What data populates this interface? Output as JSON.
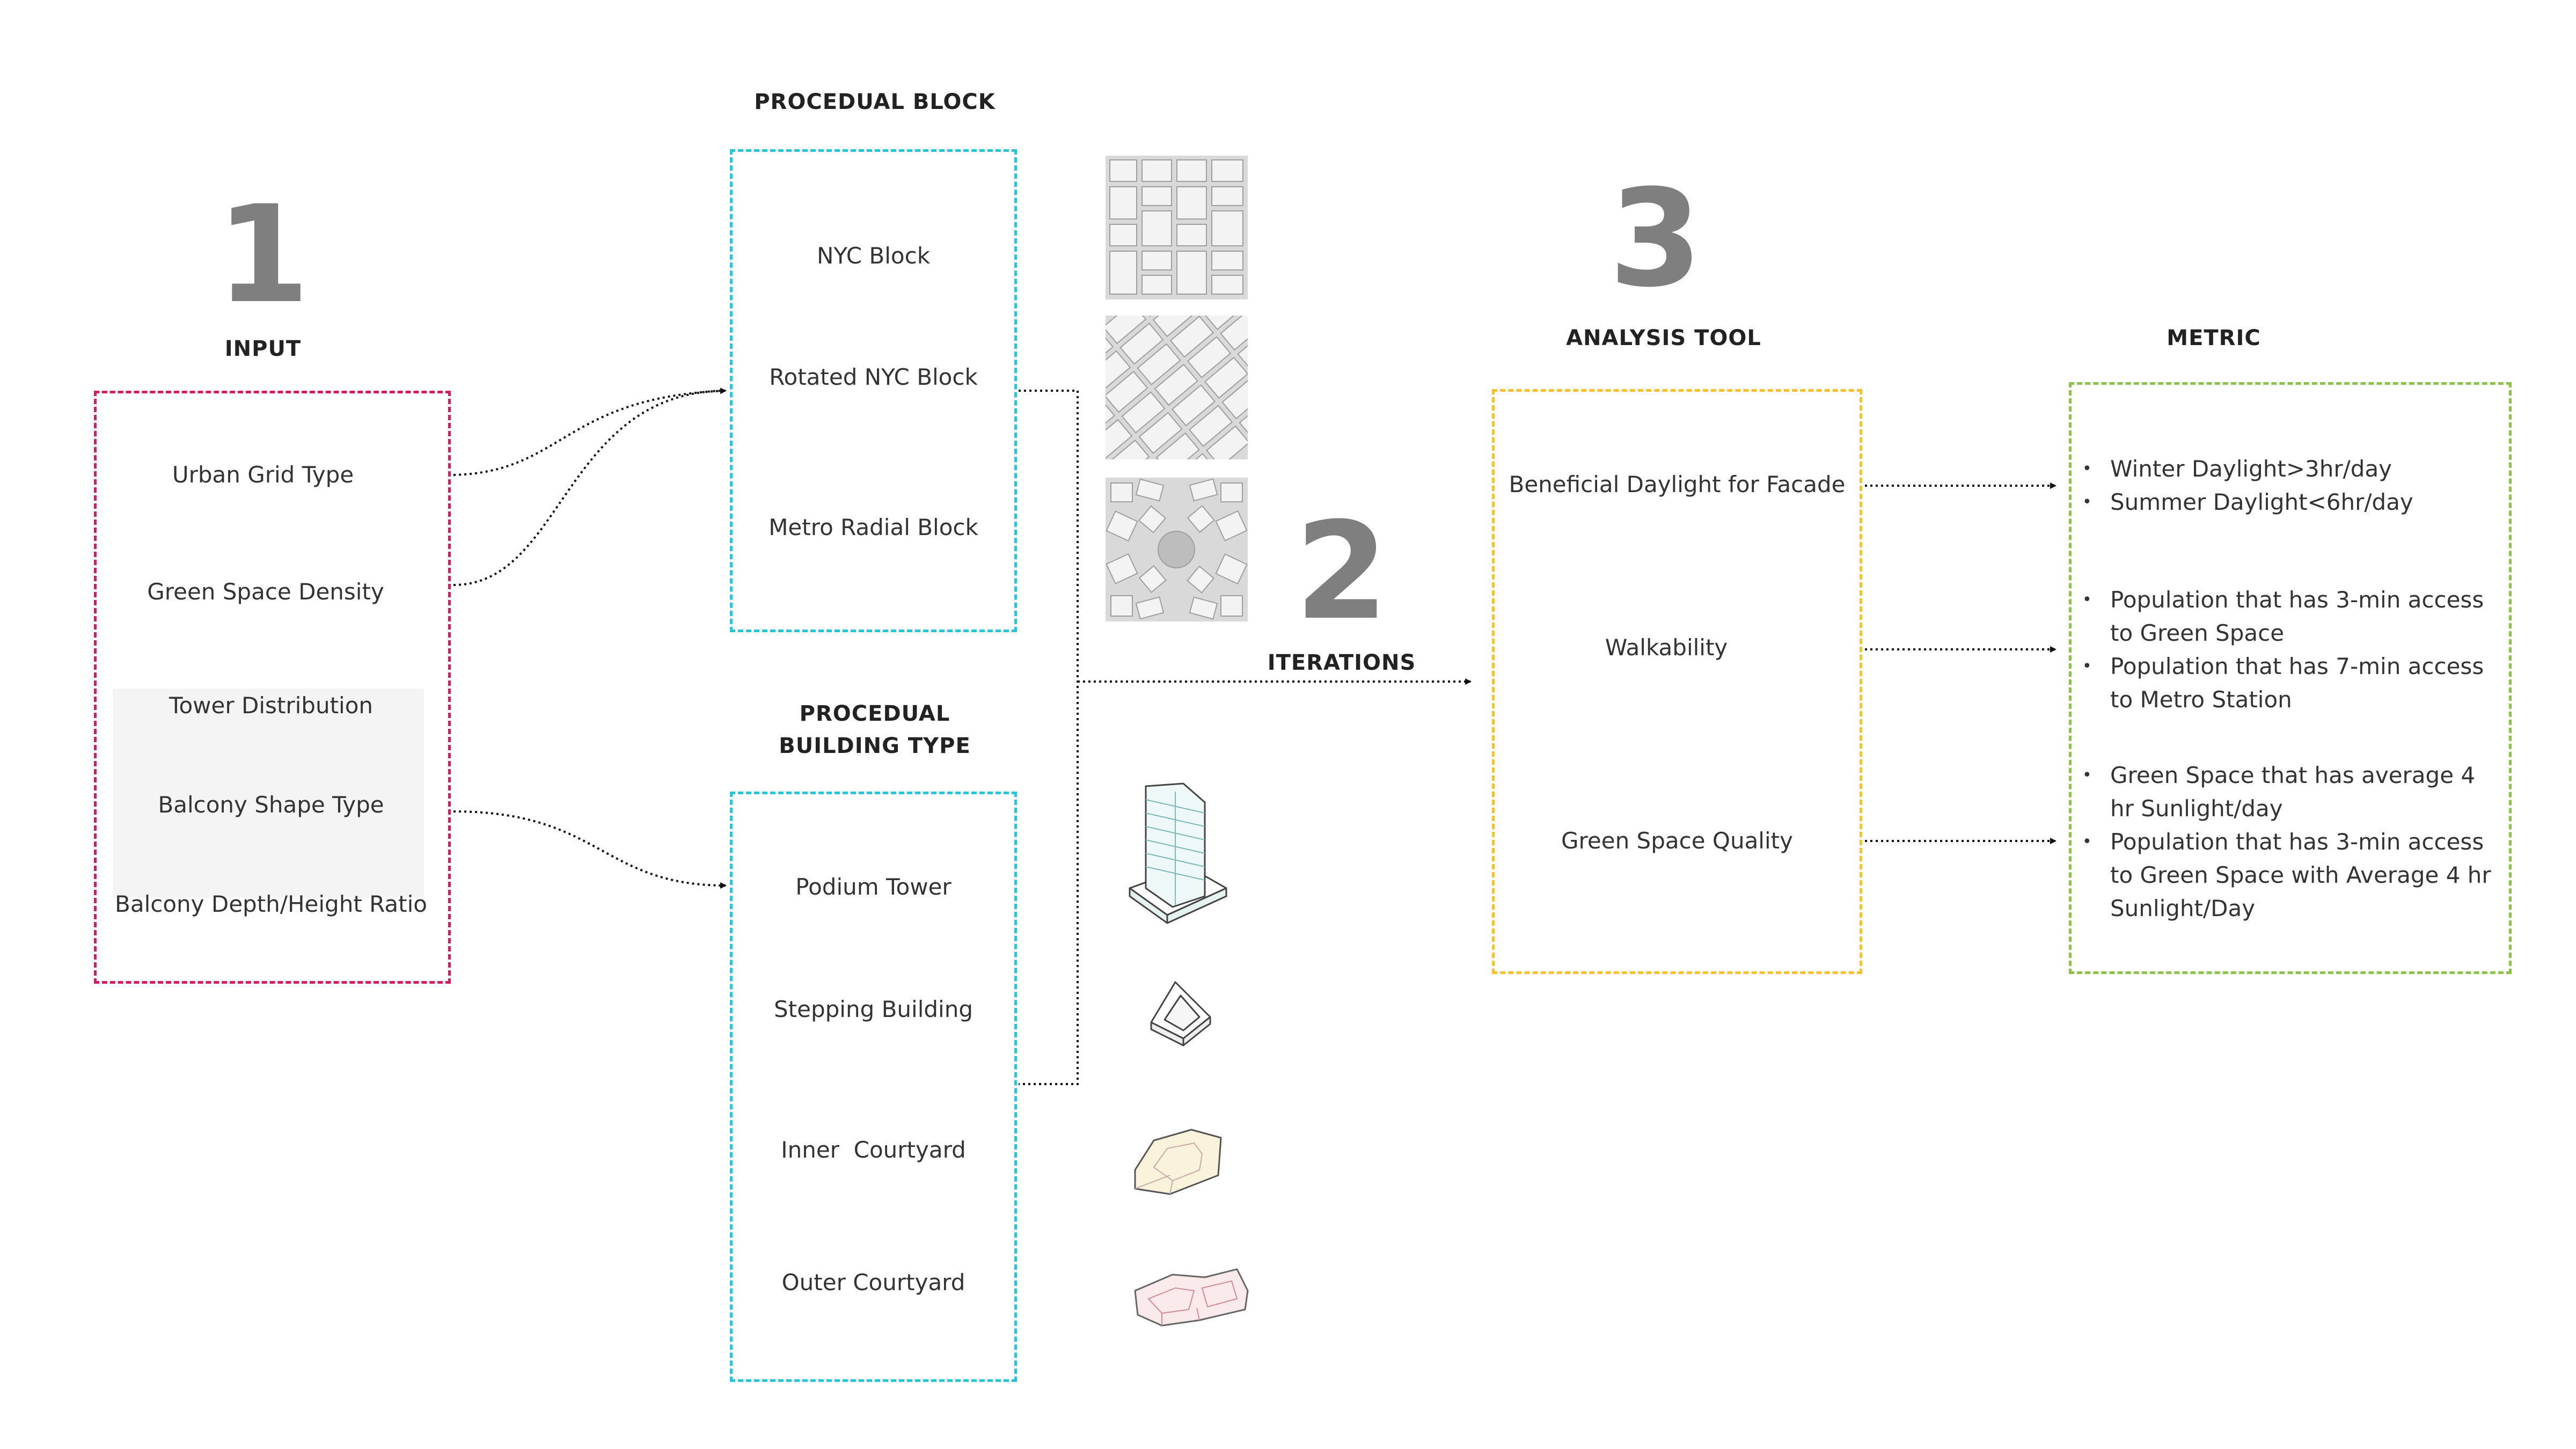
{
  "steps": {
    "input": {
      "number": "1",
      "heading": "INPUT"
    },
    "iterations": {
      "number": "2",
      "heading": "ITERATIONS"
    },
    "analysis": {
      "number": "3",
      "heading": "ANALYSIS TOOL"
    },
    "metric": {
      "heading": "METRIC"
    }
  },
  "input_box": {
    "items": [
      "Urban Grid Type",
      "Green Space Density",
      "Tower Distribution",
      "Balcony Shape Type",
      "Balcony Depth/Height Ratio"
    ],
    "border_color": "#d81b60",
    "highlight_color": "#f4f4f4"
  },
  "block_box": {
    "heading": "PROCEDUAL BLOCK",
    "items": [
      "NYC Block",
      "Rotated NYC Block",
      "Metro Radial Block"
    ],
    "border_color": "#26c6da"
  },
  "building_box": {
    "heading_line1": "PROCEDUAL",
    "heading_line2": "BUILDING TYPE",
    "items": [
      "Podium Tower",
      "Stepping Building",
      "Inner  Courtyard",
      "Outer Courtyard"
    ],
    "border_color": "#26c6da"
  },
  "analysis_box": {
    "items": [
      "Beneficial Daylight for Facade",
      "Walkability",
      "Green Space Quality"
    ],
    "border_color": "#fbc02d"
  },
  "metric_box": {
    "groups": [
      [
        "Winter Daylight>3hr/day",
        "Summer Daylight<6hr/day"
      ],
      [
        "Population that has 3-min access to Green Space",
        "Population that has 7-min access to Metro Station"
      ],
      [
        "Green Space that has average 4 hr Sunlight/day",
        "Population that has 3-min access to Green Space with Average 4 hr Sunlight/Day"
      ]
    ],
    "border_color": "#8bc34a"
  },
  "icons": [
    "nyc-block-plan",
    "rotated-block-plan",
    "radial-block-plan",
    "podium-tower-model",
    "stepping-building-model",
    "inner-courtyard-model",
    "outer-courtyard-model"
  ]
}
